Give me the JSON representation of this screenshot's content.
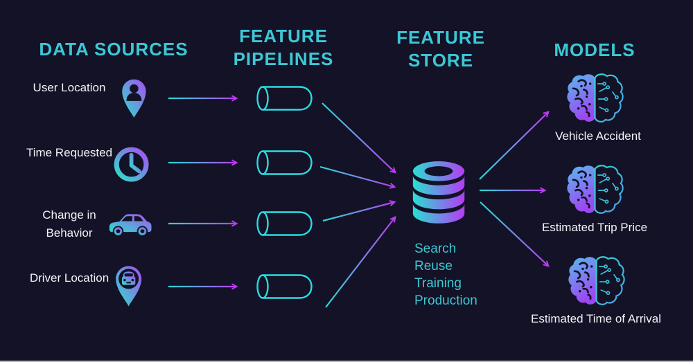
{
  "palette": {
    "background": "#131226",
    "heading_teal": "#3cc8d6",
    "label_white": "#f2f3f7",
    "gradient_cyan": "#29e2cc",
    "gradient_purple": "#a94df2",
    "arrow_magenta": "#bc3bf3"
  },
  "headers": {
    "data_sources": "DATA SOURCES",
    "feature_pipelines": "FEATURE PIPELINES",
    "feature_store": "FEATURE STORE",
    "models": "MODELS"
  },
  "sources": [
    {
      "label": "User Location",
      "icon": "user-location-pin-icon"
    },
    {
      "label": "Time Requested",
      "icon": "clock-icon"
    },
    {
      "label": "Change in Behavior",
      "icon": "car-icon"
    },
    {
      "label": "Driver Location",
      "icon": "driver-location-pin-icon"
    }
  ],
  "pipelines": {
    "icon": "cylinder-pipe-icon",
    "count": "4"
  },
  "store": {
    "icon": "database-icon",
    "lines": [
      "Search",
      "Reuse",
      "Training",
      "Production"
    ]
  },
  "models": [
    {
      "label": "Vehicle Accident",
      "icon": "circuit-brain-icon"
    },
    {
      "label": "Estimated Trip Price",
      "icon": "circuit-brain-icon"
    },
    {
      "label": "Estimated Time of Arrival",
      "icon": "circuit-brain-icon"
    }
  ]
}
